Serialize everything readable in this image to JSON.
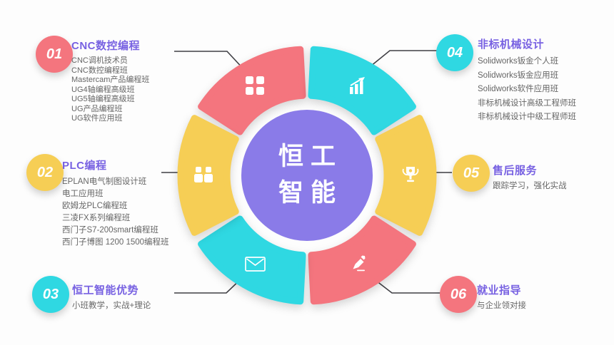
{
  "colors": {
    "coral": "#F4757E",
    "cyan": "#2FD8E2",
    "yellow": "#F6CE55",
    "center_purple": "#8A7BE8",
    "title_purple": "#7862E2",
    "body_text": "#666666",
    "connector": "#3F3F44",
    "icon_white": "#FFFFFF"
  },
  "center": {
    "line1": "恒工",
    "line2": "智能"
  },
  "sections": [
    {
      "number": "01",
      "title": "CNC数控编程",
      "color": "#F4757E",
      "icon": "grid-icon",
      "items": [
        "CNC调机技术员",
        "CNC数控编程班",
        "Mastercam产品编程班",
        "UG4轴编程高级班",
        "UG5轴编程高级班",
        "UG产品编程班",
        "UG软件应用班"
      ]
    },
    {
      "number": "02",
      "title": "PLC编程",
      "color": "#F6CE55",
      "icon": "people-icon",
      "items": [
        "EPLAN电气制图设计班",
        "电工应用班",
        "欧姆龙PLC编程班",
        "三凌FX系列编程班",
        "西门子S7-200smart编程班",
        "西门子博图 1200 1500编程班"
      ]
    },
    {
      "number": "03",
      "title": "恒工智能优势",
      "color": "#2FD8E2",
      "icon": "envelope-icon",
      "items": [
        "小班教学，实战+理论"
      ]
    },
    {
      "number": "04",
      "title": "非标机械设计",
      "color": "#2FD8E2",
      "icon": "chart-icon",
      "items": [
        "Solidworks钣金个人班",
        "Solidworks钣金应用班",
        "Solidworks软件应用班",
        "非标机械设计高级工程师班",
        "非标机械设计中级工程师班"
      ]
    },
    {
      "number": "05",
      "title": "售后服务",
      "color": "#F6CE55",
      "icon": "trophy-icon",
      "items": [
        "跟踪学习，强化实战"
      ]
    },
    {
      "number": "06",
      "title": "就业指导",
      "color": "#F4757E",
      "icon": "pencil-icon",
      "items": [
        "与企业领对接"
      ]
    }
  ]
}
